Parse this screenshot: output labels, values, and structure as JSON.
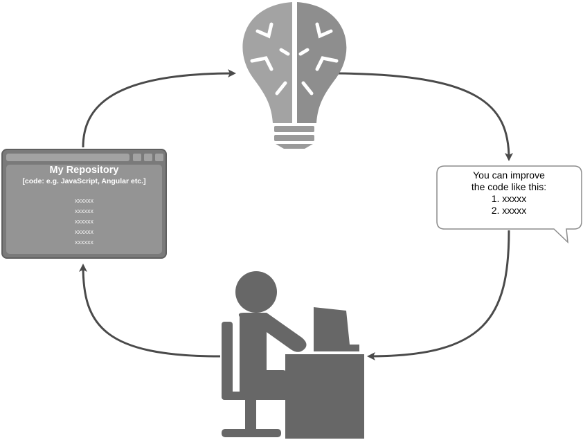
{
  "repository": {
    "title": "My Repository",
    "subtitle": "[code: e.g. JavaScript, Angular etc.]",
    "lines": [
      "xxxxxx",
      "xxxxxx",
      "xxxxxx",
      "xxxxxx",
      "xxxxxx"
    ]
  },
  "suggestion": {
    "lines": [
      "You can improve",
      "the code like this:",
      "1. xxxxx",
      "2. xxxxx"
    ]
  },
  "colors": {
    "arrow": "#4a4a4a",
    "brain": "#9a9a9a",
    "person": "#676767",
    "window": "#7a7a7a"
  }
}
